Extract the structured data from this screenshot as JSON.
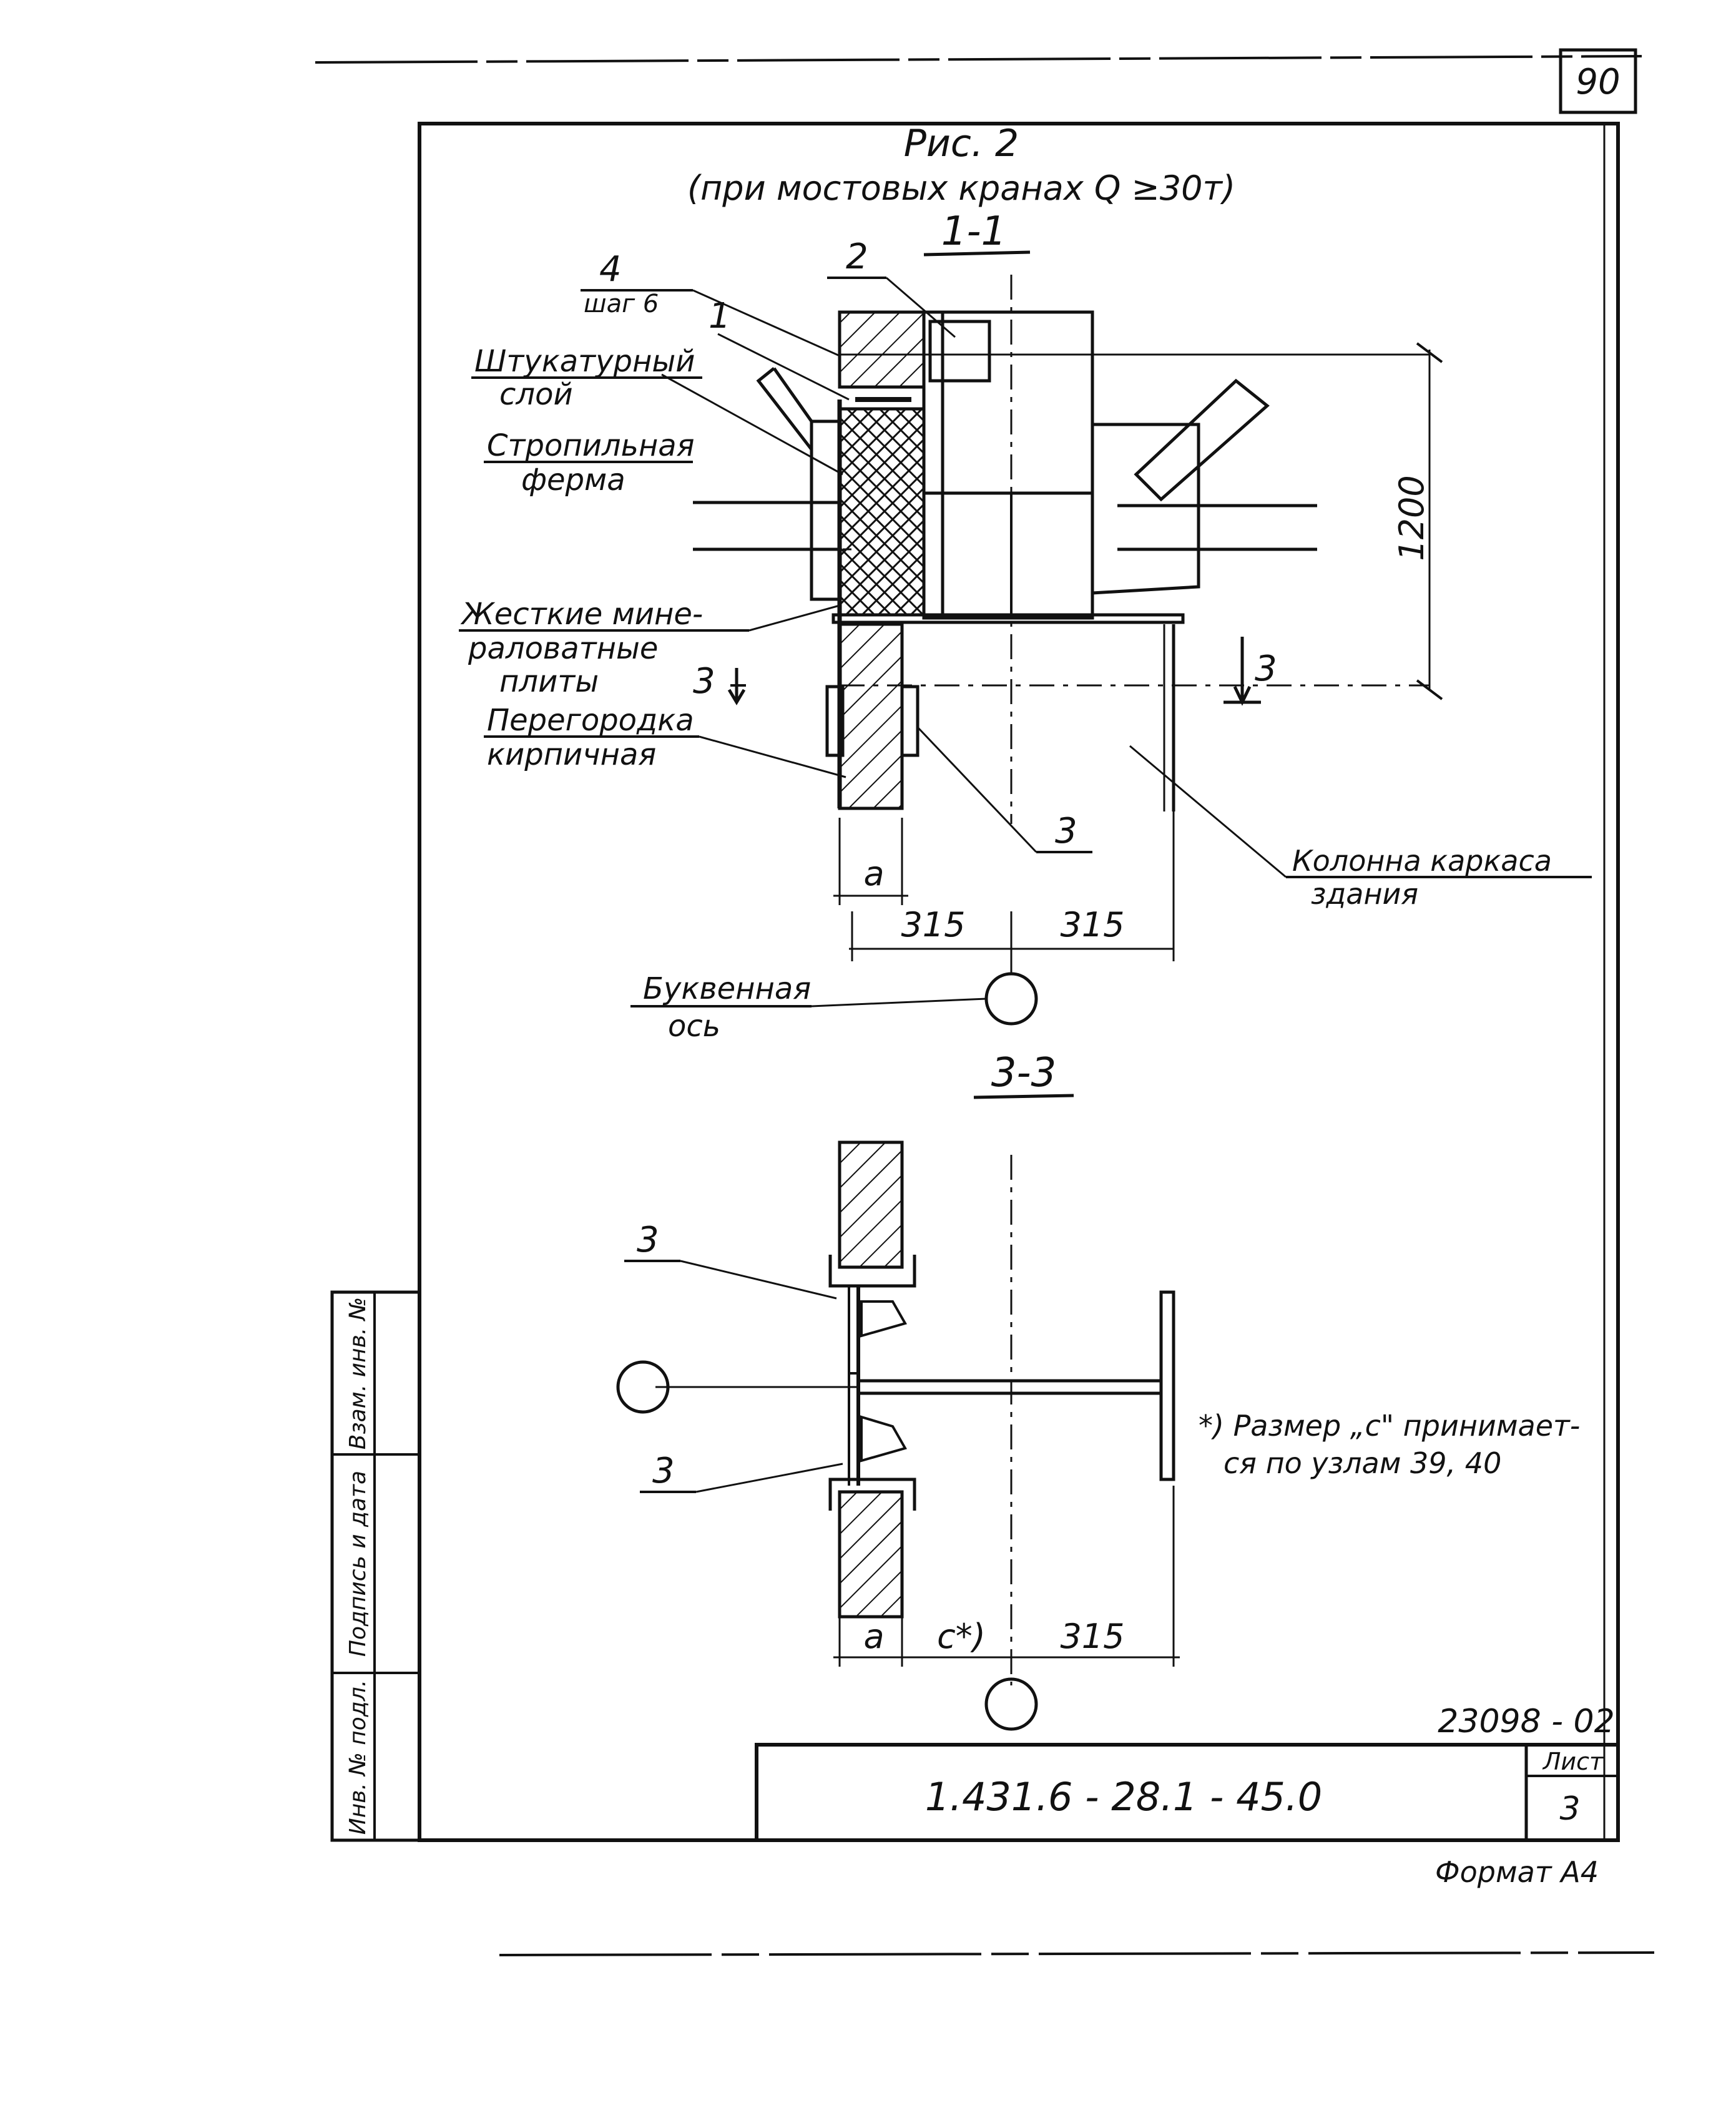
{
  "page_number": "90",
  "figure": {
    "title": "Рис. 2",
    "subtitle": "(при мостовых кранах Q ≥30т)"
  },
  "section_1_1": {
    "label": "1-1",
    "callouts": {
      "item_2": "2",
      "item_4": "4",
      "item_4_note": "шаг 6",
      "item_1": "1",
      "plaster_1": "Штукатурный",
      "plaster_2": "слой",
      "truss_1": "Стропильная",
      "truss_2": "ферма",
      "mineral_1": "Жесткие мине-",
      "mineral_2": "раловатные",
      "mineral_3": "плиты",
      "section_mark_left": "3",
      "section_mark_right": "3",
      "partition_1": "Перегородка",
      "partition_2": "кирпичная",
      "item_3": "3",
      "column_1": "Колонна каркаса",
      "column_2": "здания",
      "axis_1": "Буквенная",
      "axis_2": "ось"
    },
    "dimensions": {
      "height": "1200",
      "a": "a",
      "left": "315",
      "right": "315"
    }
  },
  "section_3_3": {
    "label": "3-3",
    "callout_top": "3",
    "callout_bottom": "3",
    "dimensions": {
      "a": "a",
      "c": "c*)",
      "right": "315"
    },
    "note_1": "*) Размер „c\" принимает-",
    "note_2": "ся по узлам 39, 40"
  },
  "side_stamp": {
    "col1": "Инв. № подл.",
    "col2": "Подпись и дата",
    "col3": "Взам. инв. №"
  },
  "title_block": {
    "archive_number": "23098 - 02",
    "designation": "1.431.6 - 28.1 - 45.0",
    "sheet_label": "Лист",
    "sheet_number": "3",
    "format": "Формат А4"
  }
}
